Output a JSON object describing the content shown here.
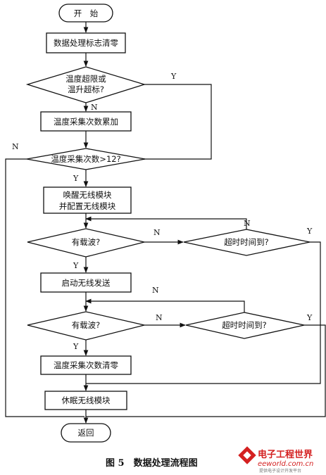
{
  "nodes": {
    "start": "开　始",
    "clear_flag": "数据处理标志清零",
    "temp_check_1": "温度超限或",
    "temp_check_2": "温升超标?",
    "count_add": "温度采集次数累加",
    "count_check": "温度采集次数>12?",
    "wake_1": "唤醒无线模块",
    "wake_2": "并配置无线模块",
    "carrier_1": "有载波?",
    "timeout_1": "超时时间到?",
    "start_send": "启动无线发送",
    "carrier_2": "有载波?",
    "timeout_2": "超时时间到?",
    "count_clear": "温度采集次数清零",
    "sleep": "休眠无线模块",
    "return": "返回"
  },
  "branch_labels": {
    "temp_yes": "Y",
    "temp_no": "N",
    "count_no": "N",
    "count_yes": "Y",
    "carrier1_no": "N",
    "carrier1_yes": "Y",
    "timeout1_no": "N",
    "timeout1_yes": "Y",
    "carrier2_no": "N",
    "carrier2_yes": "Y",
    "timeout2_no": "N",
    "timeout2_yes": "Y"
  },
  "caption": "图 5　数据处理流程图",
  "watermark": {
    "main": "电子工程世界",
    "site": "eeworld.com.cn",
    "slogan": "提供电子设计开发平台"
  },
  "colors": {
    "stroke": "#111111",
    "watermark_red": "#d42020",
    "watermark_gray": "#777777"
  }
}
